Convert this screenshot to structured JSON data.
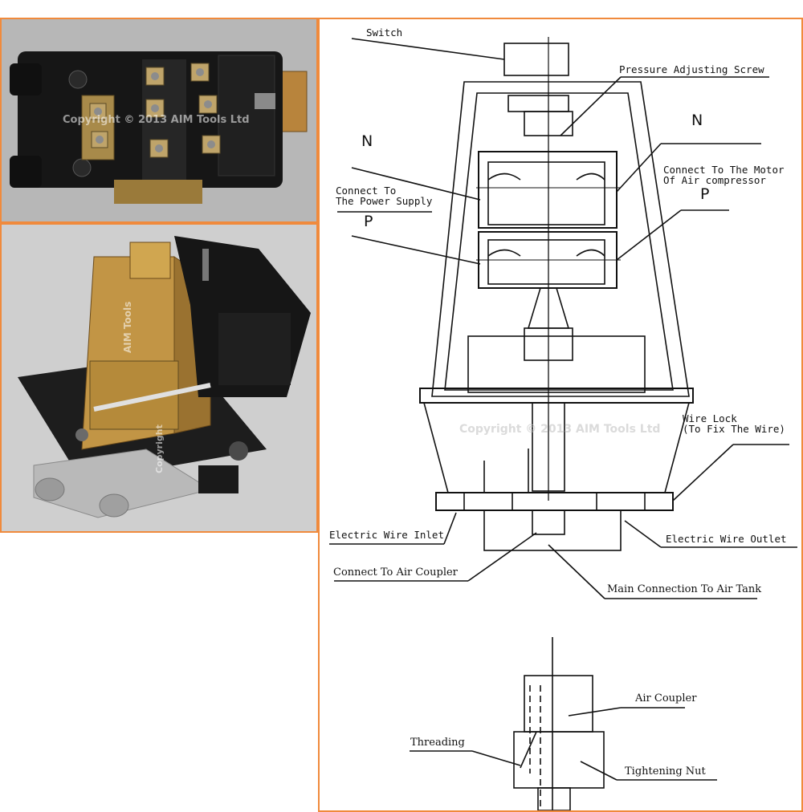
{
  "watermark": "Copyright © 2013 AIM Tools Ltd",
  "watermark_partial": {
    "top_photo": "Copyright © 2013 AIM Tools Ltd",
    "bottom_photo_side": "AIM Tools",
    "bottom_photo_corner": "Copyright"
  },
  "labels": {
    "switch": "Switch",
    "pressure_screw": "Pressure Adjusting Screw",
    "n_left": "N",
    "n_right": "N",
    "motor": "Connect To The Motor\nOf Air compressor",
    "power": "Connect To\nThe Power Supply",
    "p_left": "P",
    "p_right": "P",
    "wire_lock": "Wire Lock\n(To Fix The Wire)",
    "wire_inlet": "Electric Wire Inlet",
    "wire_outlet": "Electric Wire Outlet",
    "air_coupler_conn": "Connect To Air Coupler",
    "main_connection": "Main Connection To Air Tank",
    "air_coupler": "Air Coupler",
    "threading": "Threading",
    "tightening_nut": "Tightening Nut"
  },
  "colors": {
    "border": "#f08a3c",
    "photo_bg": "#b9b9b9",
    "housing": "#151515",
    "brass": "#b58a3a"
  }
}
